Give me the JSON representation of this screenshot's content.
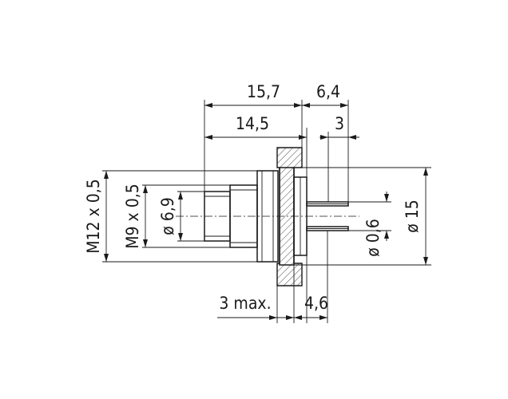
{
  "dimensions": {
    "overall_length": "15,7",
    "body_length": "14,5",
    "pin_length": "6,4",
    "pin_projection": "3",
    "thread_outer": "M12 x 0,5",
    "thread_inner": "M9 x 0,5",
    "socket_diameter": "ø 6,9",
    "pin_diameter": "ø 0,6",
    "flange_diameter": "ø 15",
    "panel_thickness_max": "3 max.",
    "flange_thickness": "4,6"
  },
  "colors": {
    "line": "#1a1a1a",
    "background": "#ffffff"
  }
}
